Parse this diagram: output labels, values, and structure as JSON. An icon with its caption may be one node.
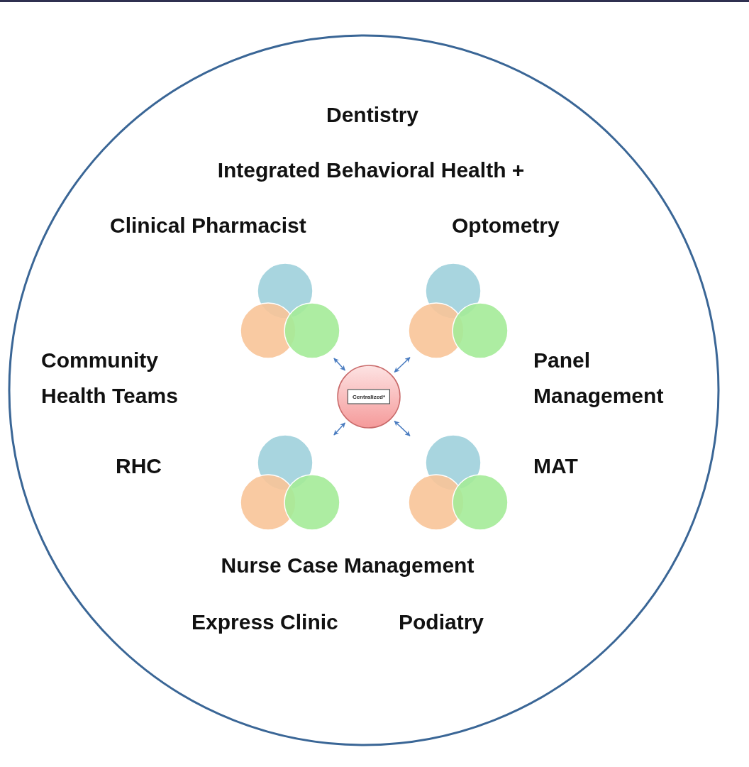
{
  "diagram": {
    "nodes": [
      {
        "text": [],
        "shape": "circles"
      },
      {
        "text": [],
        "shape": "circles"
      },
      {
        "text": [
          "Centralized*"
        ]
      },
      {
        "text": [],
        "shape": "circles"
      },
      {
        "text": [],
        "shape": "circles"
      }
    ],
    "edges": [
      {
        "from": 2,
        "to": 0,
        "arrow": "both"
      },
      {
        "from": 2,
        "to": 1,
        "arrow": "both"
      },
      {
        "from": 2,
        "to": 3,
        "arrow": "both"
      },
      {
        "from": 2,
        "to": 4,
        "arrow": "both"
      }
    ],
    "labels": [
      "Dentistry",
      "Integrated Behavioral Health +",
      "Clinical Pharmacist",
      "Optometry",
      "Community Health Teams",
      "Panel Management",
      "RHC",
      "MAT",
      "Nurse Case Management",
      "Express Clinic",
      "Podiatry"
    ]
  }
}
